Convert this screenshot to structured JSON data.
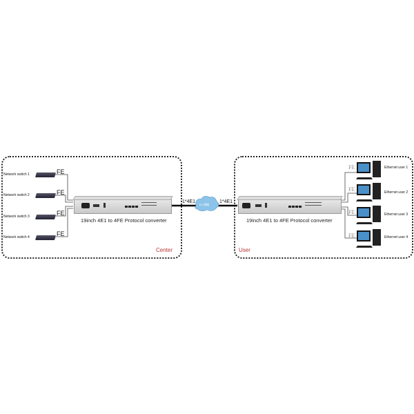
{
  "center": {
    "label": "Center",
    "device_caption": "19inch 4E1 to 4FE Protocol converter",
    "switches": [
      "Network switch 1",
      "Network switch 2",
      "Network switch 3",
      "Network switch 4"
    ],
    "port_label": "FE"
  },
  "link": {
    "left_label": "1*4E1",
    "right_label": "1*4E1",
    "cloud_label": "E1 网络"
  },
  "user": {
    "label": "User",
    "device_caption": "19inch 4E1 to 4FE Protocol converter",
    "users": [
      "Ethernet user 1",
      "Ethernet user 2",
      "Ethernet user 3",
      "Ethernet user 4"
    ],
    "port_label": "FE"
  }
}
